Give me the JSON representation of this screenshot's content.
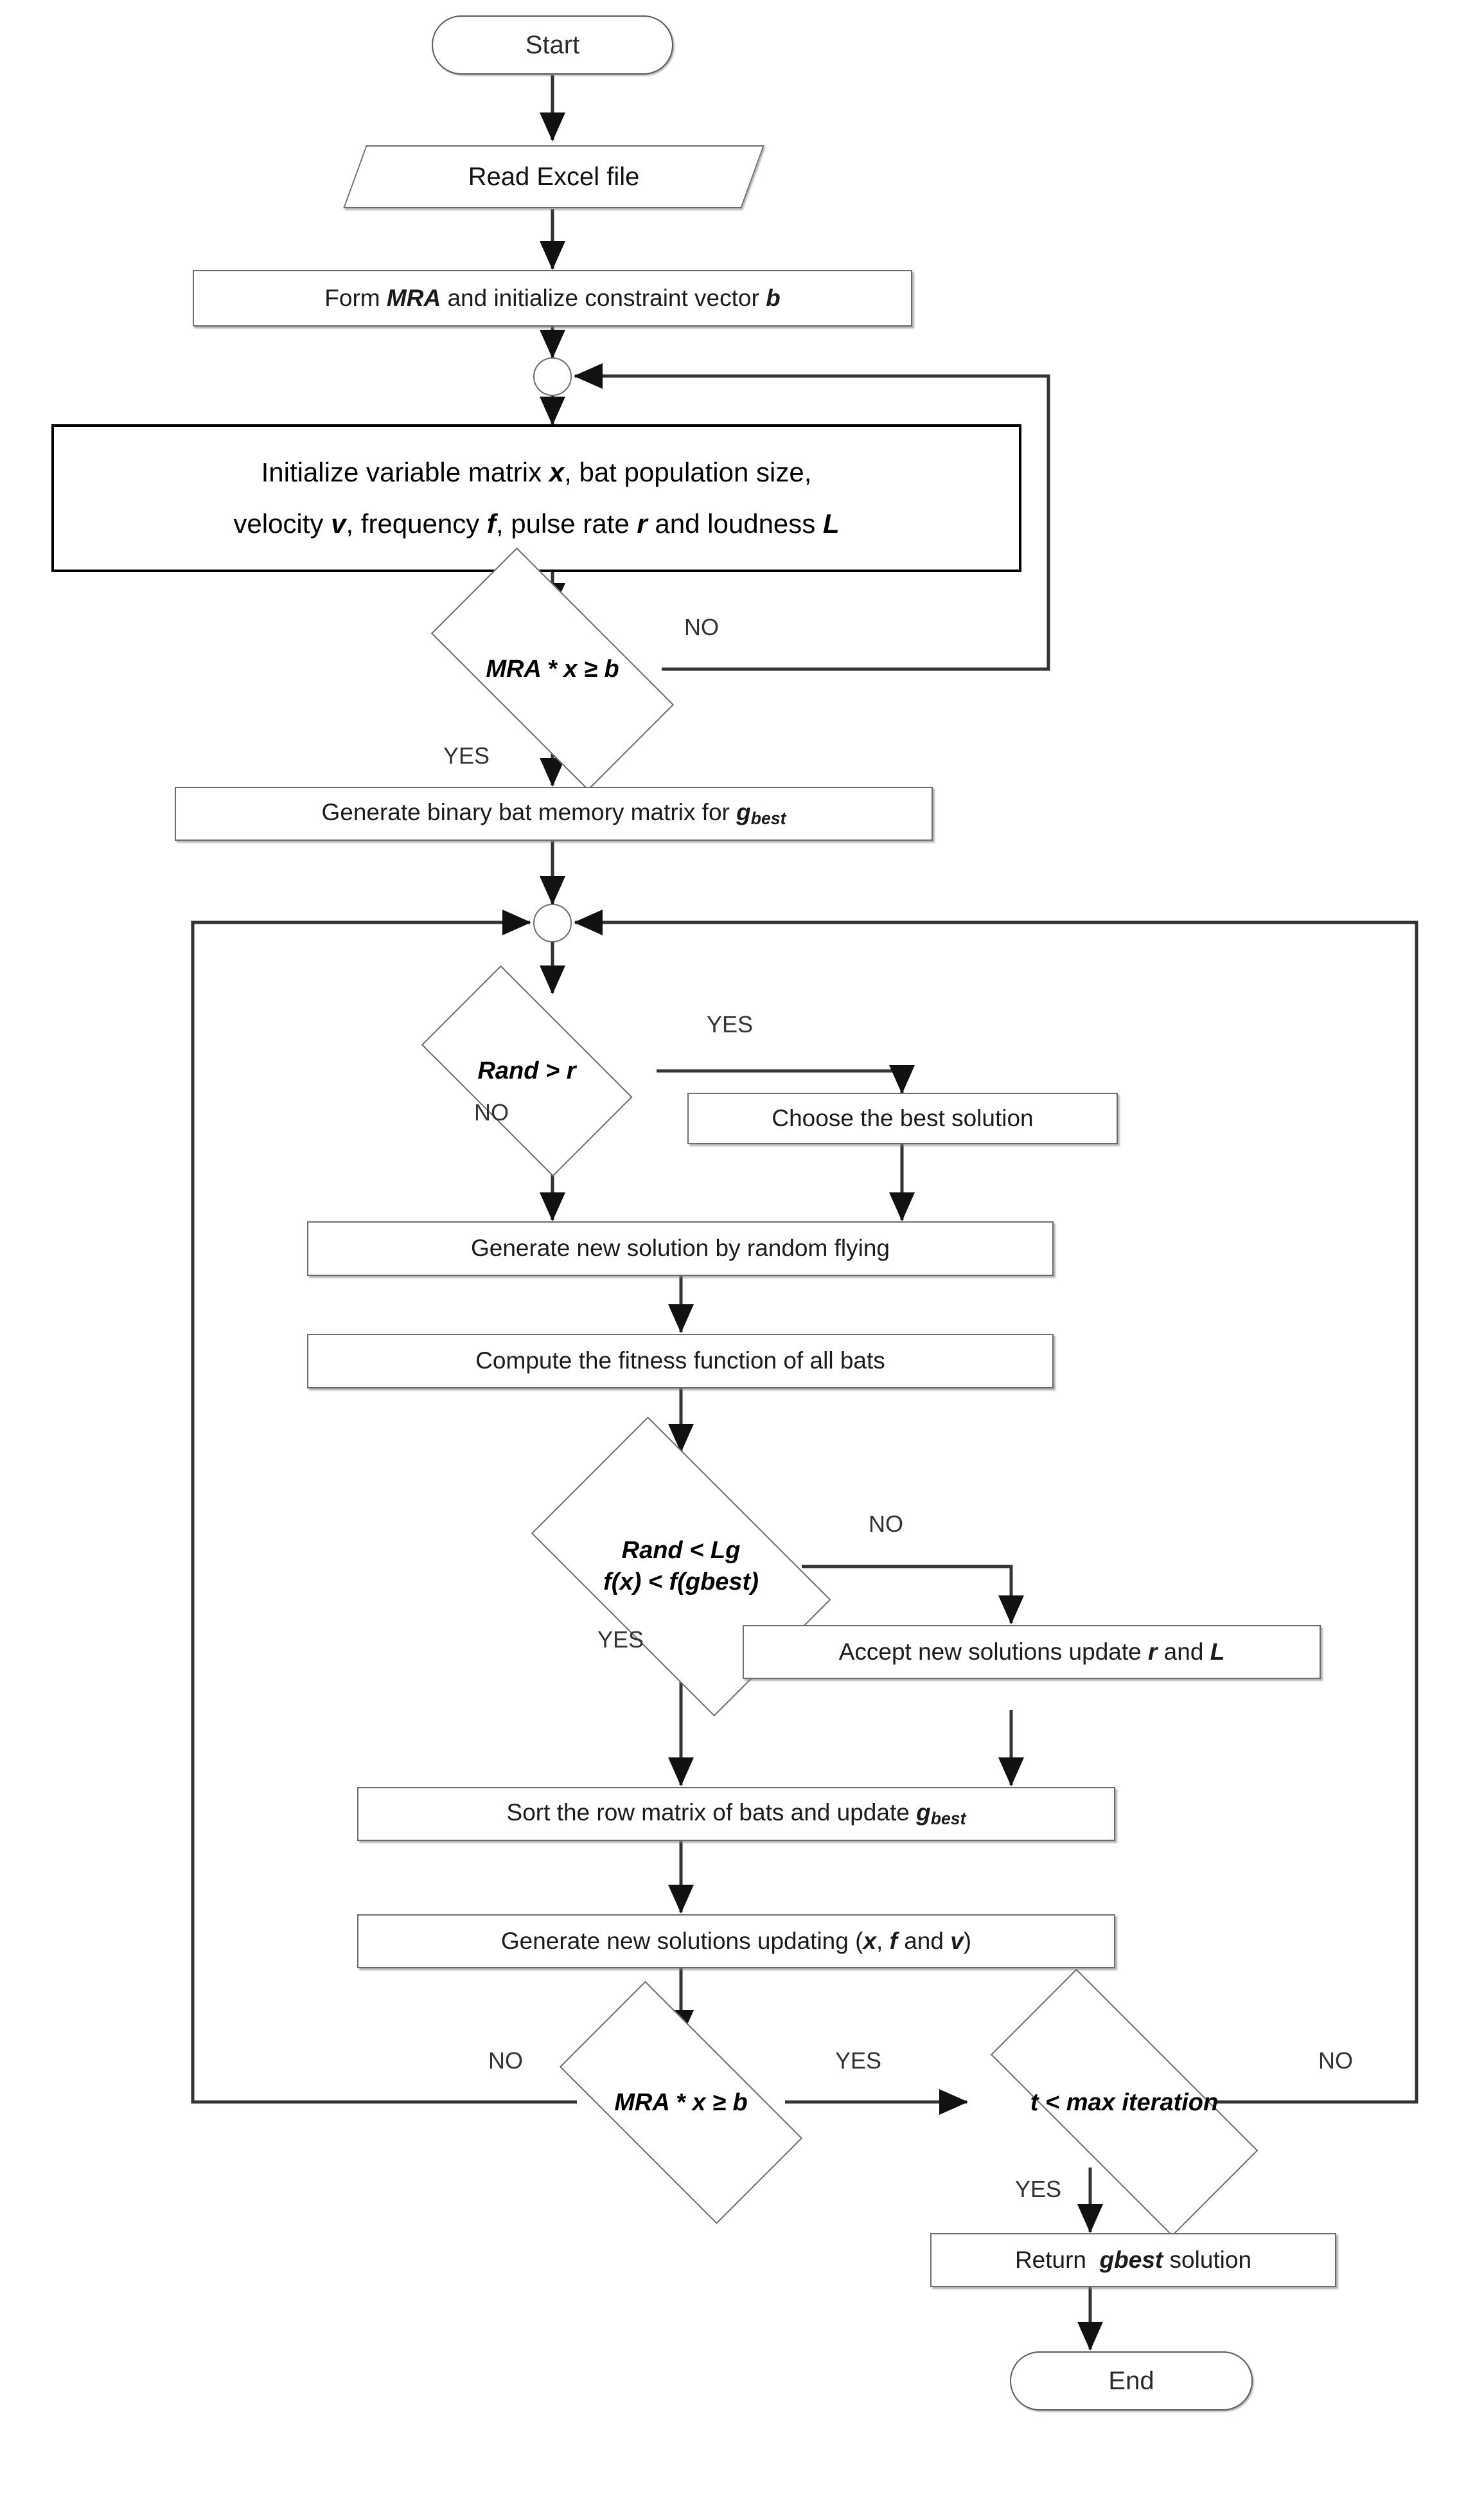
{
  "diagram": {
    "title": "Bat Algorithm Flowchart",
    "type": "flowchart"
  },
  "nodes": {
    "start": {
      "label": "Start",
      "shape": "terminator"
    },
    "read_excel": {
      "label": "Read Excel file",
      "shape": "parallelogram"
    },
    "form_mra": {
      "label": "Form MRA and initialize constraint vector b",
      "shape": "process"
    },
    "connector_1": {
      "label": "",
      "shape": "circle"
    },
    "initialize": {
      "line1": "Initialize variable matrix x, bat population size,",
      "line2": "velocity v, frequency f, pulse rate r and loudness L",
      "shape": "process"
    },
    "decision_mra_1": {
      "label": "MRA * x ≥ b",
      "shape": "diamond"
    },
    "gen_memory": {
      "label": "Generate binary bat memory matrix for gbest",
      "shape": "process"
    },
    "connector_2": {
      "label": "",
      "shape": "circle"
    },
    "decision_rand_r": {
      "label": "Rand > r",
      "shape": "diamond"
    },
    "choose_best": {
      "label": "Choose the best solution",
      "shape": "process"
    },
    "gen_random_fly": {
      "label": "Generate new solution by random flying",
      "shape": "process"
    },
    "compute_fitness": {
      "label": "Compute the fitness function of all bats",
      "shape": "process"
    },
    "decision_rand_lg": {
      "line1": "Rand < Lg",
      "line2": "f(x) < f(gbest)",
      "shape": "diamond"
    },
    "accept_new": {
      "label": "Accept new solutions update r and L",
      "shape": "process"
    },
    "sort_row": {
      "label": "Sort the row matrix of bats and update gbest",
      "shape": "process"
    },
    "gen_updating": {
      "label": "Generate new solutions updating (x, f and v)",
      "shape": "process"
    },
    "decision_mra_2": {
      "label": "MRA * x ≥ b",
      "shape": "diamond"
    },
    "decision_max_iter": {
      "label": "t < max iteration",
      "shape": "diamond"
    },
    "return_gbest": {
      "label": "Return gbest solution",
      "shape": "process"
    },
    "end": {
      "label": "End",
      "shape": "terminator"
    }
  },
  "edge_labels": {
    "mra1_no": "NO",
    "mra1_yes": "YES",
    "rand_r_yes": "YES",
    "rand_r_no": "NO",
    "rand_lg_no": "NO",
    "rand_lg_yes": "YES",
    "mra2_no": "NO",
    "mra2_yes": "YES",
    "max_iter_no": "NO",
    "max_iter_yes": "YES"
  },
  "colors": {
    "stroke": "#6d6d6d",
    "stroke_dark": "#000000",
    "text": "#111111",
    "background": "#ffffff"
  }
}
